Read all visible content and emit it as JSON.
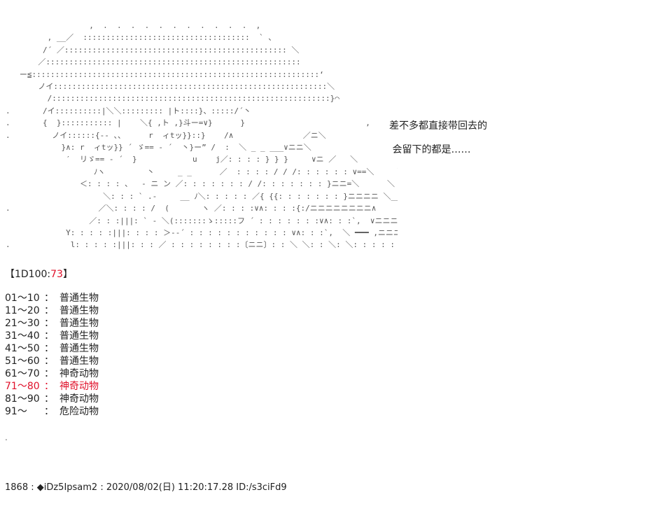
{
  "ascii_art": [
    "                  ,  .  .  .  .  .  .  .  .  .  .  .  ,",
    "         , __／  ::::::::::::::::::::::::::::::::::::  ` 、",
    "        /´ ／:::::::::::::::::::::::::::::::::::::::::::::::: ＼",
    "       ／:::::::::::::::::::::::::::::::::::::::::::::::::::::::",
    "   ー≦::::::::::::::::::::::::::::::::::::::::::::::::::::::::::::::‘",
    "       ノイ:::::::::::::::::::::::::::::::::::::::::::::::::::::::::::＼",
    "         /::::::::::::::::::::::::::::::::::::::::::::::::::::::::::::}⌒",
    ".       /イ::::::::::|＼＼::::::::: |ト::::}、:::::/´丶",
    ".       {  }::::::::::: |    ＼{ ,ト ,}斗ー=∨}      }                          ,",
    ".         ノイ::::::{-‐ 、、     r  ィtッ}}::}    /∧               ／ニ＼",
    "            }∧: r  ィtッ}} ´ ゞ== ‐ ´  丶}ー” /  :  ＼ _ _ ___∨ニニ＼",
    "             ′  リゞ== ‐ ´  }            u    j／: : : : } } }     ∨ニ ／   ＼",
    "                   ﾉヽ         丶     _ _      ／  : : : : / / /: : : : : : ∨==＼     ＼",
    "                ＜: : : : 、  ‐ ニ ン ／: : : : : : : / /: : : : : : : }ニニ=＼      ＼",
    "                     ＼: : : ` .-     __ ﾉ＼: : : : : ／{ {{: : : : : : : }ニニニニ ＼__}",
    ".                   ／＼: : : : /  (       ヽ ／: : : :∨∧: : : :{:/ニニニニニニニニ∧",
    "                  ／: : :|||: ` - ＼(:::::::ゝ:::::フ ´ : : : : : : :∨∧: : :`,  ∨ニニニニニニニ ∧",
    "             Y: : : : :|||: : : : ＞-‐´ : : : : : : : : : : : ∨∧: : :`,  ＼ ━━━ ,ニニニ",
    ".             l: : : : :|||: : : ／ : : : : : : : :〔ニニ〕: : ＼ ＼: : ＼: ＼: : : : : ＼ ニニ"
  ],
  "speech_lines": [
    "差不多都直接带回去的",
    " 会留下的都是……"
  ],
  "roll": {
    "prefix": "【1D100:",
    "value": "73",
    "suffix": "】"
  },
  "table_rows": [
    {
      "range": "01～10",
      "sep": "：",
      "result": "普通生物",
      "highlight": false
    },
    {
      "range": "11～20",
      "sep": "：",
      "result": "普通生物",
      "highlight": false
    },
    {
      "range": "21～30",
      "sep": "：",
      "result": "普通生物",
      "highlight": false
    },
    {
      "range": "31～40",
      "sep": "：",
      "result": "普通生物",
      "highlight": false
    },
    {
      "range": "41～50",
      "sep": "：",
      "result": "普通生物",
      "highlight": false
    },
    {
      "range": "51～60",
      "sep": "：",
      "result": "普通生物",
      "highlight": false
    },
    {
      "range": "61～70",
      "sep": "：",
      "result": "神奇动物",
      "highlight": false
    },
    {
      "range": "71～80",
      "sep": "：",
      "result": "神奇动物",
      "highlight": true
    },
    {
      "range": "81～90",
      "sep": "：",
      "result": "神奇动物",
      "highlight": false
    },
    {
      "range": "91～",
      "sep": "：",
      "result": "危险动物",
      "highlight": false
    }
  ],
  "dot": ".",
  "footer": "1868 : ◆iDz5Ipsam2 : 2020/08/02(日) 11:20:17.28 ID:/s3ciFd9",
  "colors": {
    "highlight": "#e0102a",
    "text": "#222222"
  }
}
